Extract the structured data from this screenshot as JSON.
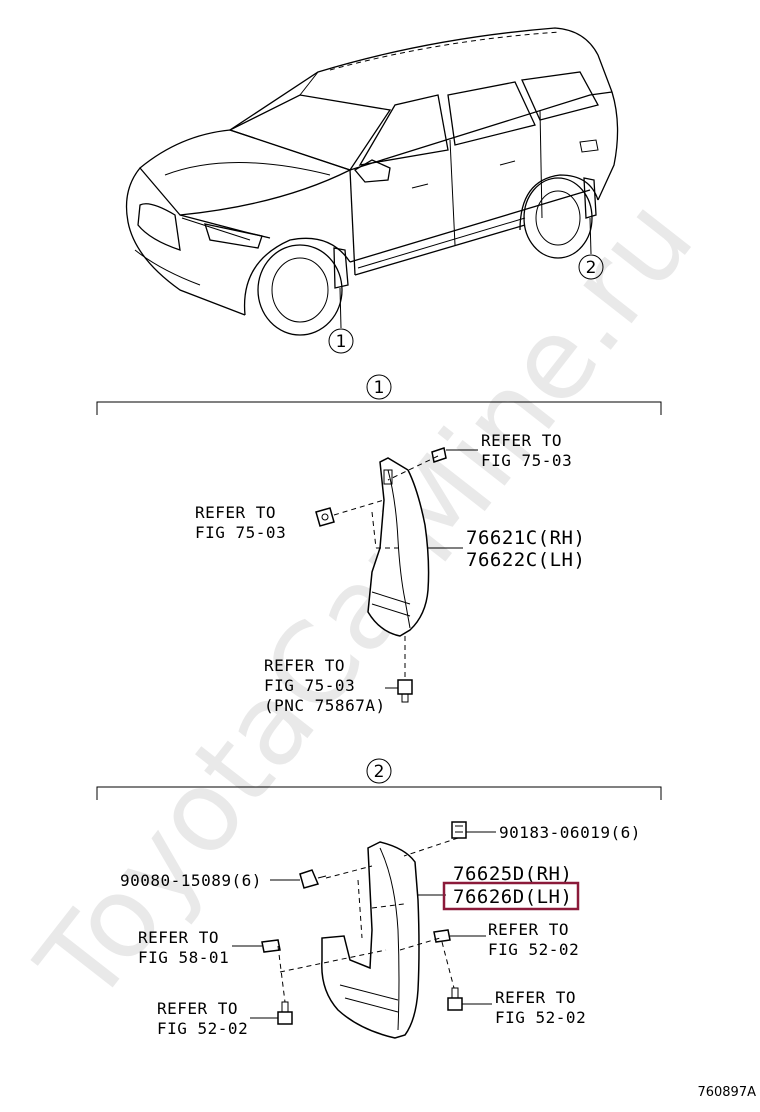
{
  "watermark": "ToyotaCarMine.ru",
  "overview": {
    "callout_1": "1",
    "callout_2": "2"
  },
  "section_1": {
    "header": "1",
    "refer_top": [
      "REFER TO",
      "FIG 75-03"
    ],
    "refer_left": [
      "REFER TO",
      "FIG 75-03"
    ],
    "refer_bottom": [
      "REFER TO",
      "FIG 75-03",
      "(PNC 75867A)"
    ],
    "part_rh": "76621C(RH)",
    "part_lh": "76622C(LH)"
  },
  "section_2": {
    "header": "2",
    "clip_part": "90183-06019(6)",
    "screw_part": "90080-15089(6)",
    "part_rh": "76625D(RH)",
    "part_lh": "76626D(LH)",
    "refer_left_top": [
      "REFER TO",
      "FIG 58-01"
    ],
    "refer_right_top": [
      "REFER TO",
      "FIG 52-02"
    ],
    "refer_left_bottom": [
      "REFER TO",
      "FIG 52-02"
    ],
    "refer_right_bottom": [
      "REFER TO",
      "FIG 52-02"
    ]
  },
  "highlight_color": "#8b1a3a",
  "figure_code": "760897A"
}
